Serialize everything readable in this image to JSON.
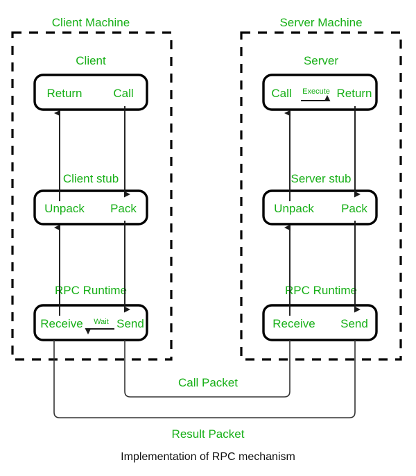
{
  "diagram": {
    "caption": "Implementation of RPC mechanism",
    "colors": {
      "label_green": "#18b018",
      "stroke_black": "#000000",
      "caption_black": "#111111",
      "background": "#ffffff"
    },
    "machines": [
      {
        "id": "client-machine",
        "title": "Client Machine",
        "layers": [
          {
            "id": "client",
            "title": "Client",
            "left_label": "Return",
            "right_label": "Call",
            "inner_label": null
          },
          {
            "id": "client-stub",
            "title": "Client stub",
            "left_label": "Unpack",
            "right_label": "Pack",
            "inner_label": null
          },
          {
            "id": "client-runtime",
            "title": "RPC Runtime",
            "left_label": "Receive",
            "right_label": "Send",
            "inner_label": "Wait"
          }
        ]
      },
      {
        "id": "server-machine",
        "title": "Server Machine",
        "layers": [
          {
            "id": "server",
            "title": "Server",
            "left_label": "Call",
            "right_label": "Return",
            "inner_label": "Execute"
          },
          {
            "id": "server-stub",
            "title": "Server stub",
            "left_label": "Unpack",
            "right_label": "Pack",
            "inner_label": null
          },
          {
            "id": "server-runtime",
            "title": "RPC Runtime",
            "left_label": "Receive",
            "right_label": "Send",
            "inner_label": null
          }
        ]
      }
    ],
    "packets": [
      {
        "id": "call-packet",
        "label": "Call Packet"
      },
      {
        "id": "result-packet",
        "label": "Result Packet"
      }
    ]
  }
}
